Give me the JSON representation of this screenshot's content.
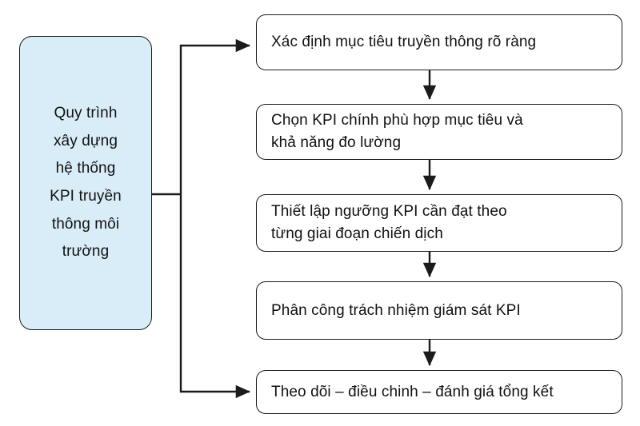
{
  "diagram": {
    "title": "Quy trình xây dựng hệ thống KPI truyền thông môi trường",
    "type": "flowchart",
    "orientation": "left-root-to-vertical-sequence",
    "colors": {
      "root_fill": "#d9edf8",
      "node_fill": "#ffffff",
      "stroke": "#1b1b1b",
      "text": "#111111",
      "background": "#ffffff"
    },
    "root": {
      "id": "root",
      "label": "Quy trình\nxây dựng\nhệ thống\nKPI truyền\nthông môi\ntrường"
    },
    "steps": [
      {
        "id": "step-1",
        "order": 1,
        "label": "Xác định mục tiêu truyền thông rõ ràng"
      },
      {
        "id": "step-2",
        "order": 2,
        "label": "Chọn KPI chính phù hợp mục tiêu và\nkhả năng đo lường"
      },
      {
        "id": "step-3",
        "order": 3,
        "label": "Thiết lập ngưỡng KPI cần đạt theo\ntừng giai đoạn chiến dịch"
      },
      {
        "id": "step-4",
        "order": 4,
        "label": "Phân công trách nhiệm giám sát KPI"
      },
      {
        "id": "step-5",
        "order": 5,
        "label": "Theo dõi – điều chinh – đánh giá tổng kết"
      }
    ],
    "edges": [
      {
        "id": "edge-root-step1",
        "from": "root",
        "to": "step-1",
        "arrow": true
      },
      {
        "id": "edge-root-step5",
        "from": "root",
        "to": "step-5",
        "arrow": true
      },
      {
        "id": "edge-step1-step2",
        "from": "step-1",
        "to": "step-2",
        "arrow": true
      },
      {
        "id": "edge-step2-step3",
        "from": "step-2",
        "to": "step-3",
        "arrow": true
      },
      {
        "id": "edge-step3-step4",
        "from": "step-3",
        "to": "step-4",
        "arrow": true
      },
      {
        "id": "edge-step4-step5",
        "from": "step-4",
        "to": "step-5",
        "arrow": true
      }
    ]
  }
}
